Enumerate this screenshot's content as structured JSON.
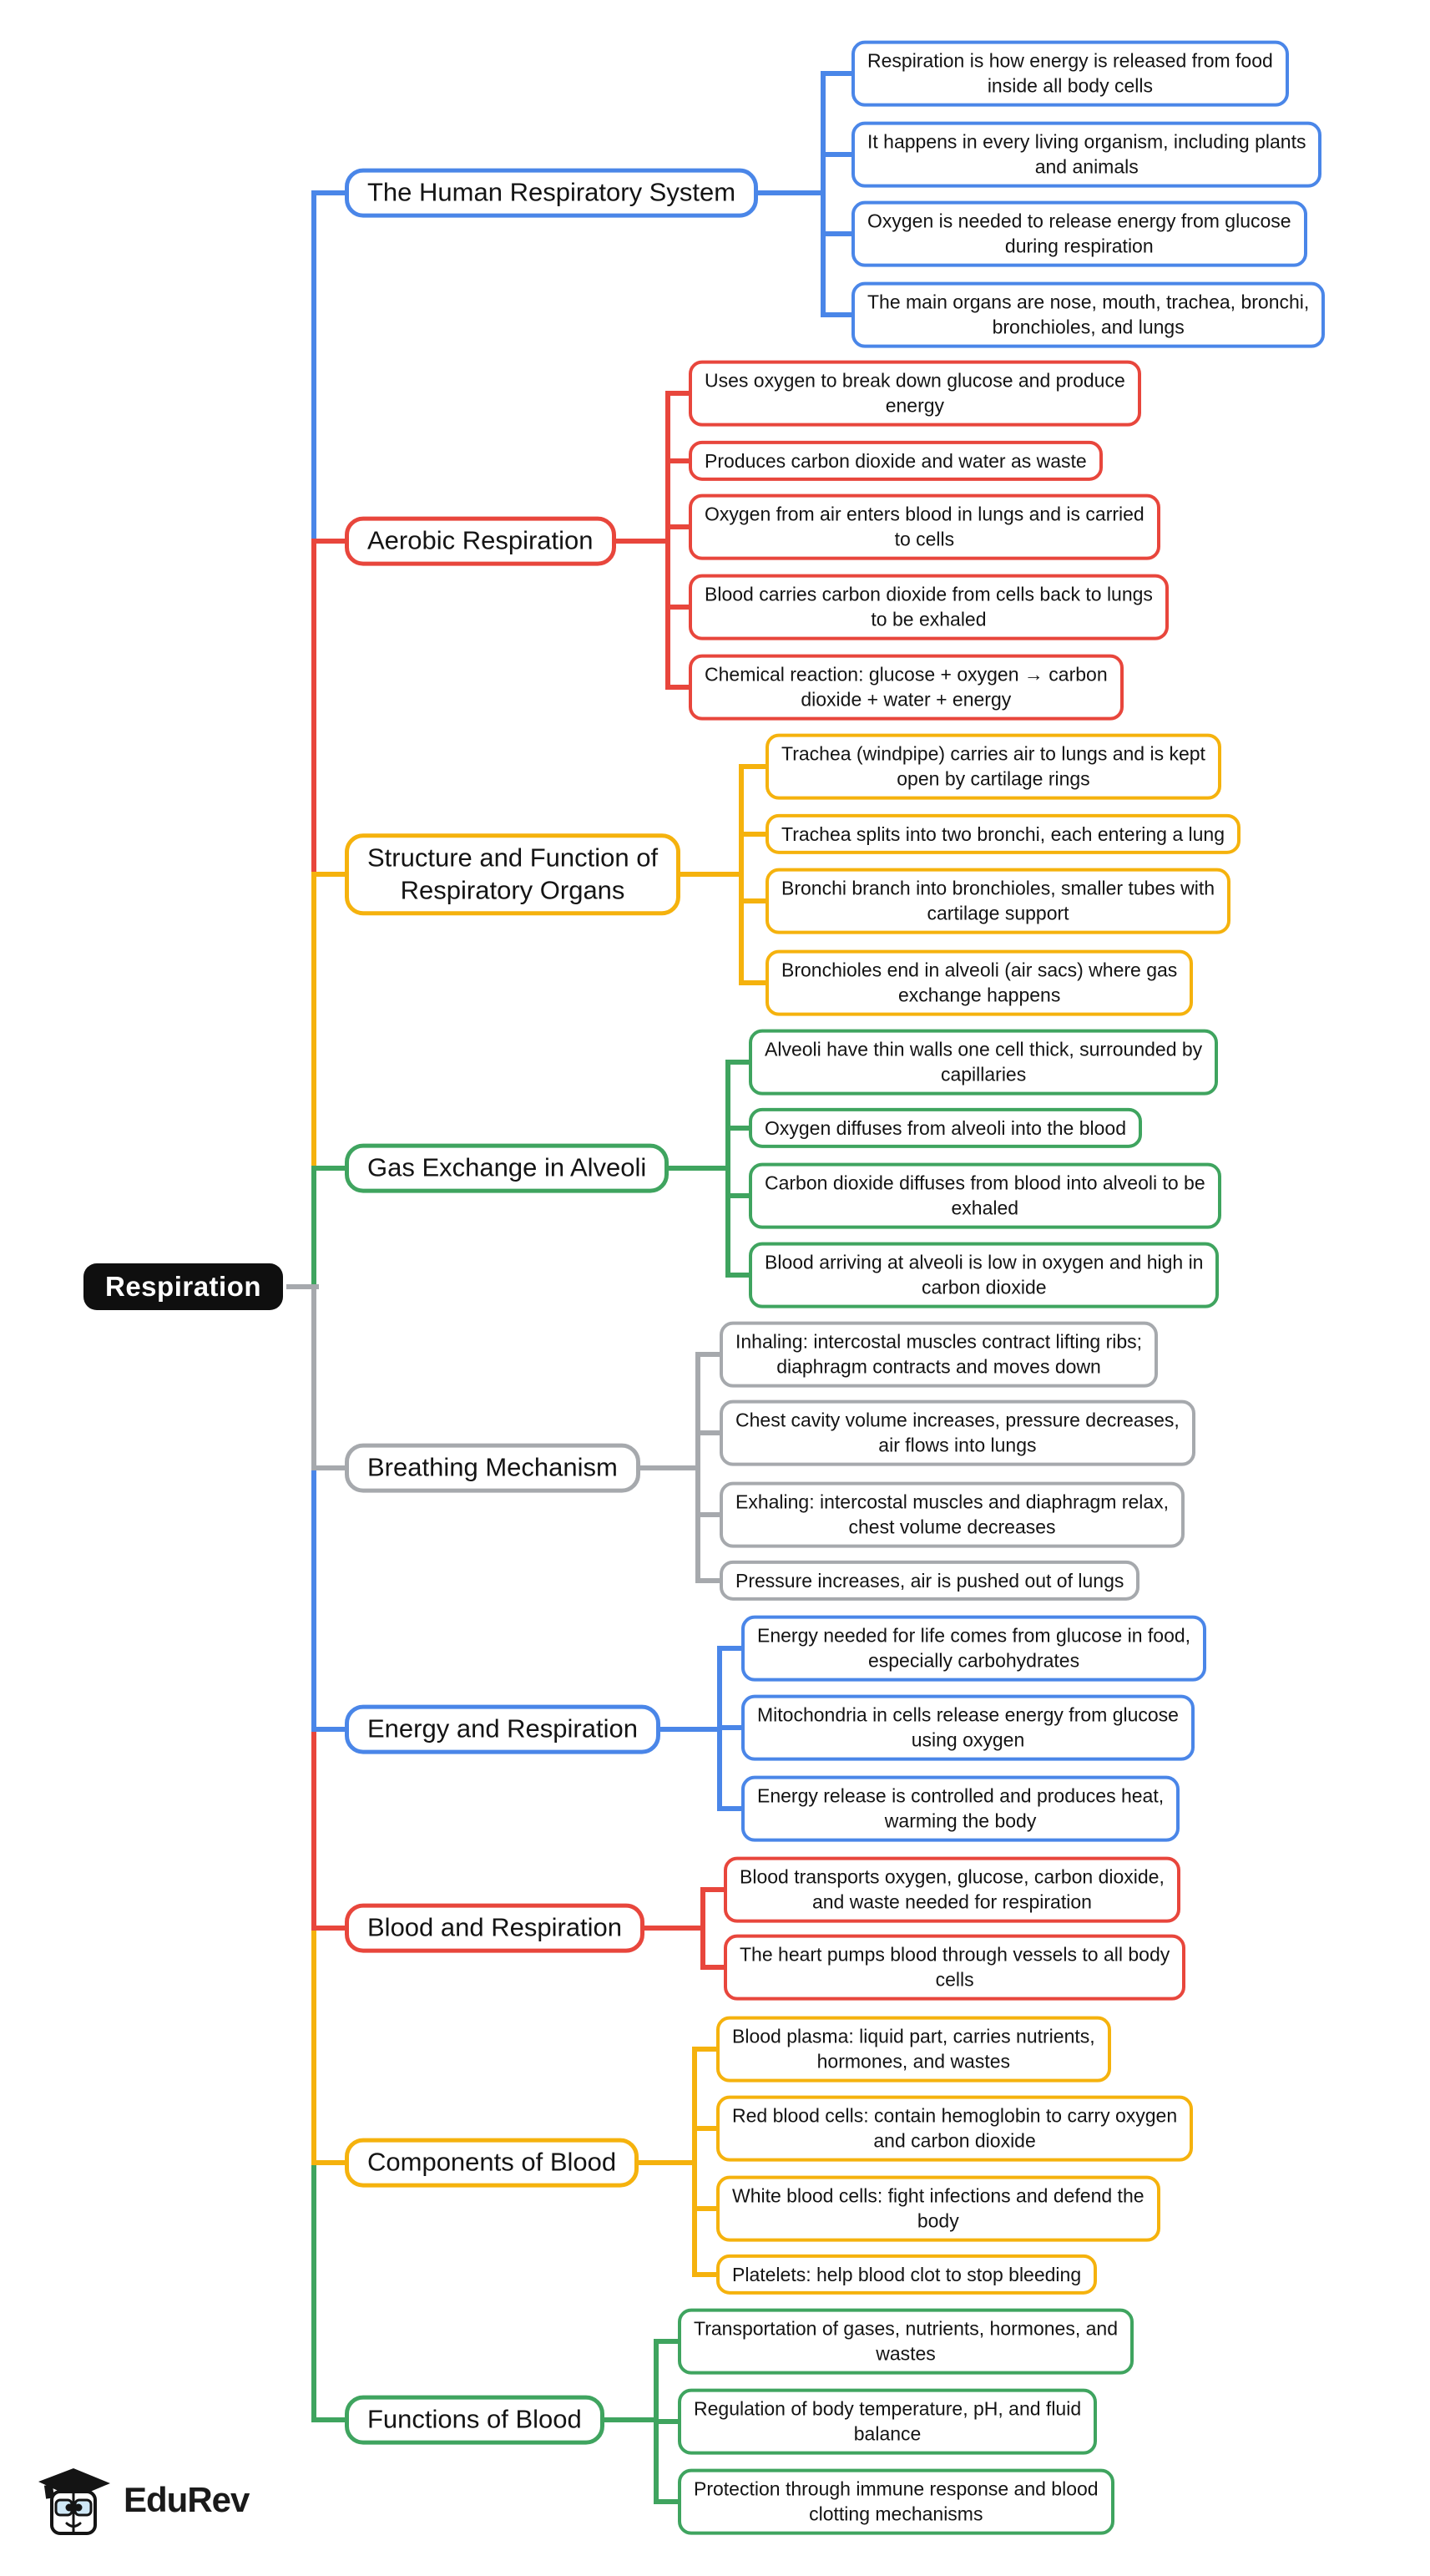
{
  "root": {
    "label": "Respiration",
    "color": "#0f0f0f"
  },
  "watermark": {
    "text": "EduRev",
    "icon": "edurev-graduation-cap-logo"
  },
  "branches": [
    {
      "label": "The Human Respiratory System",
      "color": "#4a86e8",
      "leaves": [
        "Respiration is how energy is released from food\ninside all body cells",
        "It happens in every living organism, including plants\nand animals",
        "Oxygen is needed to release energy from glucose\nduring respiration",
        "The main organs are nose, mouth, trachea, bronchi,\nbronchioles, and lungs"
      ]
    },
    {
      "label": "Aerobic Respiration",
      "color": "#e8463c",
      "leaves": [
        "Uses oxygen to break down glucose and produce\nenergy",
        "Produces carbon dioxide and water as waste",
        "Oxygen from air enters blood in lungs and is carried\nto cells",
        "Blood carries carbon dioxide from cells back to lungs\nto be exhaled",
        "Chemical reaction: glucose + oxygen → carbon\ndioxide + water + energy"
      ]
    },
    {
      "label": "Structure and Function of\nRespiratory Organs",
      "color": "#f5b20d",
      "leaves": [
        "Trachea (windpipe) carries air to lungs and is kept\nopen by cartilage rings",
        "Trachea splits into two bronchi, each entering a lung",
        "Bronchi branch into bronchioles, smaller tubes with\ncartilage support",
        "Bronchioles end in alveoli (air sacs) where gas\nexchange happens"
      ]
    },
    {
      "label": "Gas Exchange in Alveoli",
      "color": "#3fa45f",
      "leaves": [
        "Alveoli have thin walls one cell thick, surrounded by\ncapillaries",
        "Oxygen diffuses from alveoli into the blood",
        "Carbon dioxide diffuses from blood into alveoli to be\nexhaled",
        "Blood arriving at alveoli is low in oxygen and high in\ncarbon dioxide"
      ]
    },
    {
      "label": "Breathing Mechanism",
      "color": "#a6a9ad",
      "leaves": [
        "Inhaling: intercostal muscles contract lifting ribs;\ndiaphragm contracts and moves down",
        "Chest cavity volume increases, pressure decreases,\nair flows into lungs",
        "Exhaling: intercostal muscles and diaphragm relax,\nchest volume decreases",
        "Pressure increases, air is pushed out of lungs"
      ]
    },
    {
      "label": "Energy and Respiration",
      "color": "#4a86e8",
      "leaves": [
        "Energy needed for life comes from glucose in food,\nespecially carbohydrates",
        "Mitochondria in cells release energy from glucose\nusing oxygen",
        "Energy release is controlled and produces heat,\nwarming the body"
      ]
    },
    {
      "label": "Blood and Respiration",
      "color": "#e8463c",
      "leaves": [
        "Blood transports oxygen, glucose, carbon dioxide,\nand waste needed for respiration",
        "The heart pumps blood through vessels to all body\ncells"
      ]
    },
    {
      "label": "Components of Blood",
      "color": "#f5b20d",
      "leaves": [
        "Blood plasma: liquid part, carries nutrients,\nhormones, and wastes",
        "Red blood cells: contain hemoglobin to carry oxygen\nand carbon dioxide",
        "White blood cells: fight infections and defend the\nbody",
        "Platelets: help blood clot to stop bleeding"
      ]
    },
    {
      "label": "Functions of Blood",
      "color": "#3fa45f",
      "leaves": [
        "Transportation of gases, nutrients, hormones, and\nwastes",
        "Regulation of body temperature, pH, and fluid\nbalance",
        "Protection through immune response and blood\nclotting mechanisms"
      ]
    }
  ]
}
